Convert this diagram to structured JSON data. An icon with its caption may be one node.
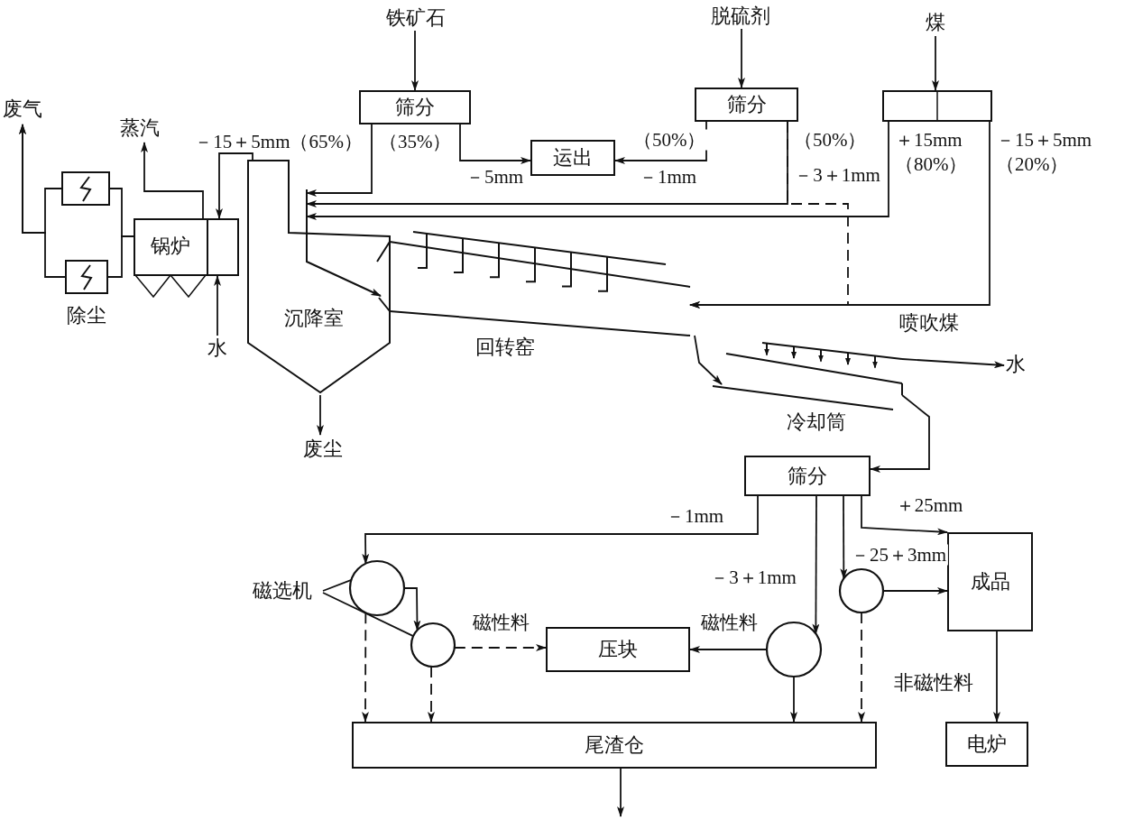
{
  "diagram": {
    "nodes": [
      {
        "text": [
          "铁矿石"
        ]
      },
      {
        "text": [
          "脱硫剂"
        ]
      },
      {
        "text": [
          "煤"
        ]
      },
      {
        "text": [
          "废气"
        ]
      },
      {
        "text": [
          "筛分"
        ]
      },
      {
        "text": [
          "筛分"
        ]
      },
      {
        "text": [],
        "shape": "box"
      },
      {
        "text": [
          "蒸汽"
        ]
      },
      {
        "text": [
          "运出"
        ]
      },
      {
        "text": [],
        "shape": "box"
      },
      {
        "text": [],
        "shape": "box"
      },
      {
        "text": [
          "锅炉"
        ]
      },
      {
        "text": [
          "沉降室"
        ]
      },
      {
        "text": [
          "水"
        ]
      },
      {
        "text": [
          "回转窑"
        ]
      },
      {
        "text": [
          "废尘"
        ]
      },
      {
        "text": [
          "冷却筒"
        ]
      },
      {
        "text": [
          "水"
        ]
      },
      {
        "text": [
          "筛分"
        ]
      },
      {
        "text": [
          "成品"
        ]
      },
      {
        "text": [
          "磁选机"
        ]
      },
      {
        "text": [],
        "shape": "circle"
      },
      {
        "text": [],
        "shape": "circle"
      },
      {
        "text": [
          "压块"
        ]
      },
      {
        "text": [],
        "shape": "circle"
      },
      {
        "text": [],
        "shape": "circle"
      },
      {
        "text": [
          "尾渣仓"
        ]
      },
      {
        "text": [
          "电炉"
        ]
      }
    ],
    "edges": [
      {
        "from": 0,
        "to": 4,
        "arrow": "to"
      },
      {
        "from": 1,
        "to": 5,
        "arrow": "to"
      },
      {
        "from": 2,
        "to": 6,
        "arrow": "to"
      },
      {
        "from": 4,
        "to": 14,
        "arrow": "to",
        "label": "－15＋5mm（65%）"
      },
      {
        "from": 4,
        "to": 8,
        "arrow": "to",
        "label": "（35%）"
      },
      {
        "from": 5,
        "to": 8,
        "arrow": "to",
        "label": "（50%）"
      },
      {
        "from": 5,
        "to": 14,
        "arrow": "to",
        "label": "（50%）"
      },
      {
        "from": 5,
        "to": 14,
        "arrow": "to",
        "style": "dashed"
      },
      {
        "from": 6,
        "to": 14,
        "arrow": "to",
        "label": "＋15mm"
      },
      {
        "from": 6,
        "to": 14,
        "arrow": "to",
        "label": "－15＋5mm"
      },
      {
        "from": 12,
        "to": 15,
        "arrow": "to"
      },
      {
        "from": 12,
        "to": 11,
        "arrow": "to"
      },
      {
        "from": 13,
        "to": 11,
        "arrow": "to"
      },
      {
        "from": 11,
        "to": 7,
        "arrow": "to"
      },
      {
        "from": 11,
        "to": 9,
        "arrow": "none"
      },
      {
        "from": 11,
        "to": 10,
        "arrow": "none"
      },
      {
        "from": 9,
        "to": 3,
        "arrow": "to"
      },
      {
        "from": 10,
        "to": 3,
        "arrow": "to"
      },
      {
        "from": 14,
        "to": 16,
        "arrow": "to"
      },
      {
        "from": 16,
        "to": 17,
        "arrow": "to"
      },
      {
        "from": 16,
        "to": 18,
        "arrow": "to"
      },
      {
        "from": 18,
        "to": 21,
        "arrow": "to",
        "label": "－1mm"
      },
      {
        "from": 21,
        "to": 22,
        "arrow": "to"
      },
      {
        "from": 22,
        "to": 23,
        "arrow": "to",
        "style": "dashed",
        "label": "磁性料"
      },
      {
        "from": 21,
        "to": 26,
        "arrow": "to",
        "style": "dashed"
      },
      {
        "from": 22,
        "to": 26,
        "arrow": "to",
        "style": "dashed"
      },
      {
        "from": 18,
        "to": 24,
        "arrow": "to",
        "label": "－3＋1mm"
      },
      {
        "from": 24,
        "to": 23,
        "arrow": "to",
        "label": "磁性料"
      },
      {
        "from": 24,
        "to": 26,
        "arrow": "to"
      },
      {
        "from": 18,
        "to": 25,
        "arrow": "to",
        "label": "－25＋3mm"
      },
      {
        "from": 18,
        "to": 19,
        "arrow": "to",
        "label": "＋25mm"
      },
      {
        "from": 25,
        "to": 19,
        "arrow": "to"
      },
      {
        "from": 25,
        "to": 26,
        "arrow": "to",
        "style": "dashed"
      },
      {
        "from": 19,
        "to": 27,
        "arrow": "to"
      },
      {
        "from": 26,
        "to": null,
        "arrow": "to"
      },
      {
        "from": 20,
        "to": 21,
        "arrow": "none"
      },
      {
        "from": 20,
        "to": 22,
        "arrow": "none"
      }
    ],
    "labels": [
      "除尘",
      "－5mm",
      "－1mm",
      "－3＋1mm",
      "（80%）",
      "（20%）",
      "喷吹煤",
      "非磁性料"
    ]
  }
}
